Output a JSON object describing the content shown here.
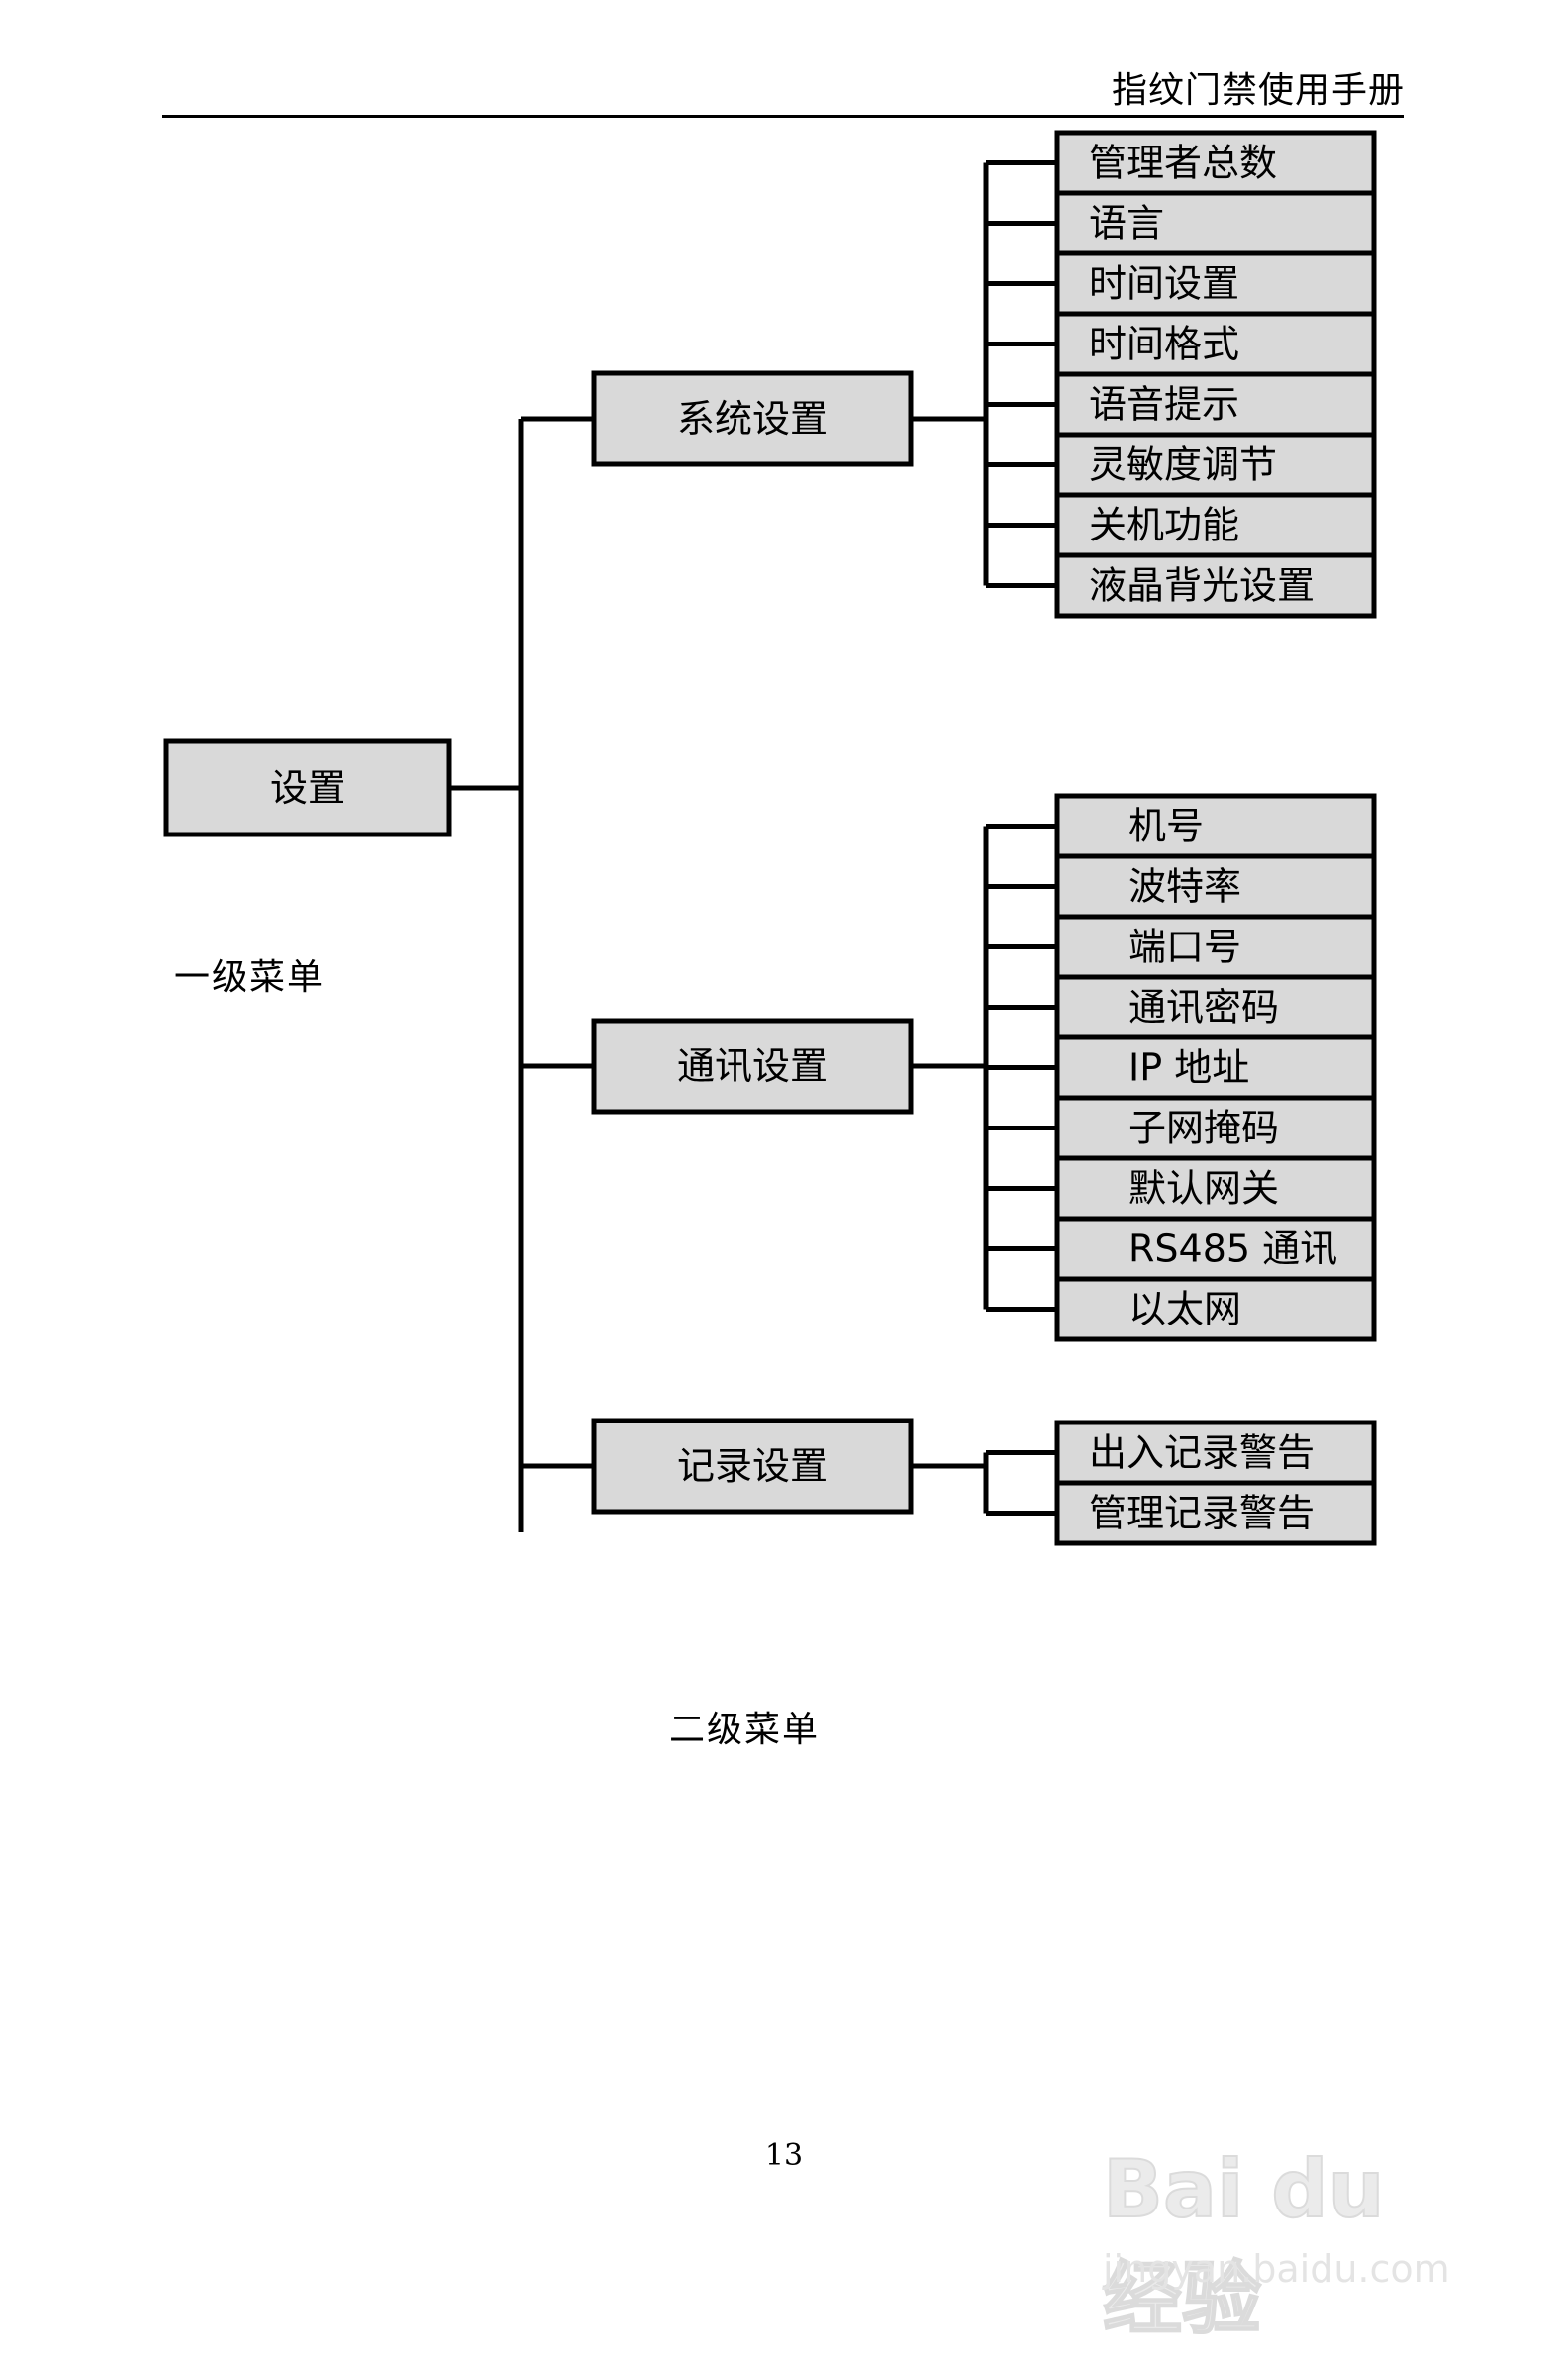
{
  "header": {
    "title": "指纹门禁使用手册"
  },
  "tree": {
    "root": "设置",
    "groups": [
      {
        "label": "系统设置",
        "items": [
          "管理者总数",
          "语言",
          "时间设置",
          "时间格式",
          "语音提示",
          "灵敏度调节",
          "关机功能",
          "液晶背光设置"
        ]
      },
      {
        "label": "通讯设置",
        "items": [
          "机号",
          "波特率",
          "端口号",
          "通讯密码",
          "IP 地址",
          "子网掩码",
          "默认网关",
          "RS485 通讯",
          "以太网"
        ]
      },
      {
        "label": "记录设置",
        "items": [
          "出入记录警告",
          "管理记录警告"
        ]
      }
    ]
  },
  "labels": {
    "level1": "一级菜单",
    "level2": "二级菜单"
  },
  "footer": {
    "page_number": "13"
  },
  "watermark": {
    "brand": "Bai du 经验",
    "url": "jingyan.baidu.com"
  },
  "colors": {
    "box_fill": "#d9d9d9",
    "line": "#000000"
  }
}
